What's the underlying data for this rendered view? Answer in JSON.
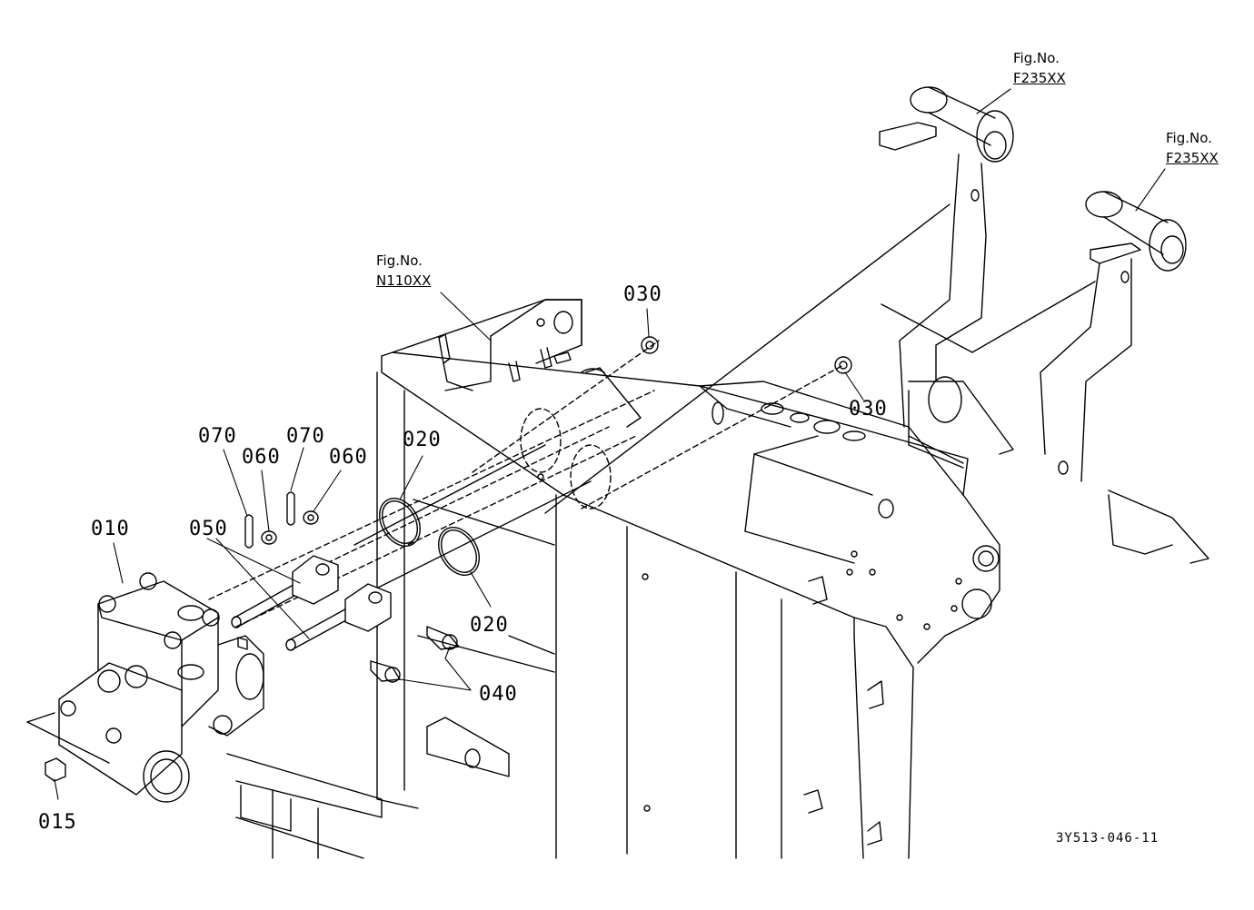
{
  "figure_refs": [
    {
      "id": "N110",
      "title": "Fig.No.",
      "code": "N110XX"
    },
    {
      "id": "F235a",
      "title": "Fig.No.",
      "code": "F235XX"
    },
    {
      "id": "F235b",
      "title": "Fig.No.",
      "code": "F235XX"
    }
  ],
  "part_labels": {
    "p010": "010",
    "p015": "015",
    "p020a": "020",
    "p020b": "020",
    "p030a": "030",
    "p030b": "030",
    "p040": "040",
    "p050": "050",
    "p060a": "060",
    "p060b": "060",
    "p070a": "070",
    "p070b": "070"
  },
  "drawing_ref": "3Y513-046-11",
  "colors": {
    "line": "#000000",
    "background": "#ffffff"
  }
}
